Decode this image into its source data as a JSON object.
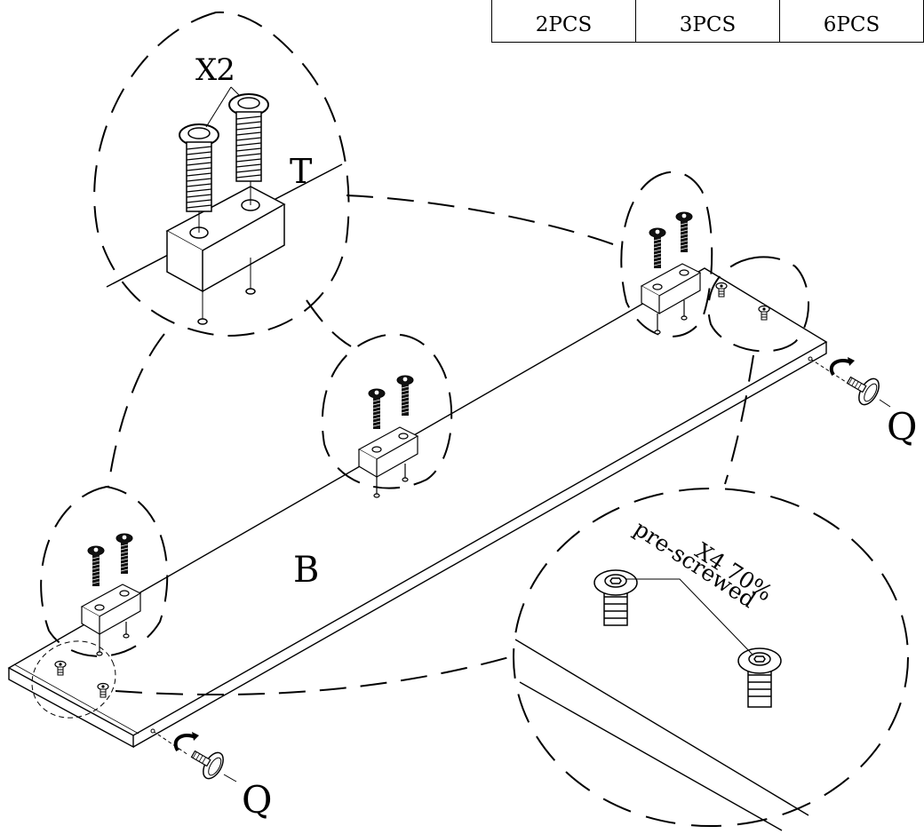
{
  "table": {
    "cells": [
      "2PCS",
      "3PCS",
      "6PCS"
    ]
  },
  "labels": {
    "x2": "X2",
    "t": "T",
    "b": "B",
    "q_right": "Q",
    "q_bottom": "Q",
    "x4": "X4 70%",
    "pre_screwed": "pre-screwed"
  }
}
